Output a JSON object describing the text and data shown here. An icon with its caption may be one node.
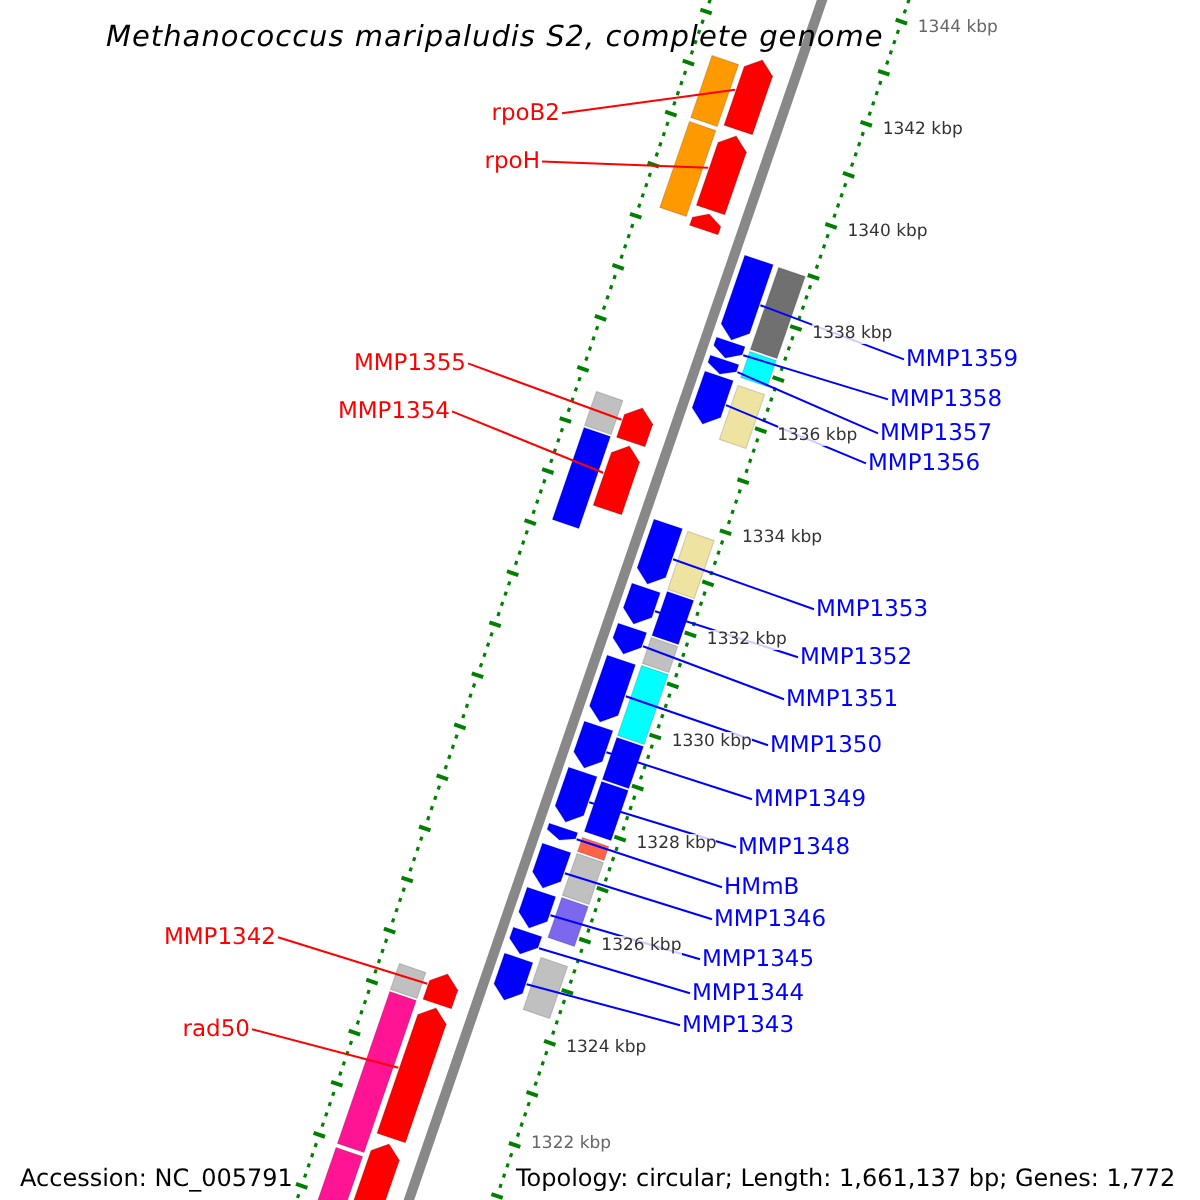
{
  "diagram": {
    "title": "Methanococcus maripaludis S2, complete genome",
    "nodes": [
      {
        "text": [
          "rpoB2"
        ]
      },
      {
        "text": [
          "rpoH"
        ]
      },
      {
        "text": [
          "MMP1355"
        ]
      },
      {
        "text": [
          "MMP1354"
        ]
      },
      {
        "text": [
          "MMP1359"
        ]
      },
      {
        "text": [
          "MMP1358"
        ]
      },
      {
        "text": [
          "MMP1357"
        ]
      },
      {
        "text": [
          "MMP1356"
        ]
      },
      {
        "text": [
          "MMP1353"
        ]
      },
      {
        "text": [
          "MMP1352"
        ]
      },
      {
        "text": [
          "MMP1351"
        ]
      },
      {
        "text": [
          "MMP1350"
        ]
      },
      {
        "text": [
          "MMP1349"
        ]
      },
      {
        "text": [
          "MMP1348"
        ]
      },
      {
        "text": [
          "HMmB"
        ]
      },
      {
        "text": [
          "MMP1346"
        ]
      },
      {
        "text": [
          "MMP1345"
        ]
      },
      {
        "text": [
          "MMP1344"
        ]
      },
      {
        "text": [
          "MMP1343"
        ]
      },
      {
        "text": [
          "MMP1342"
        ]
      },
      {
        "text": [
          "rad50"
        ]
      },
      {
        "text": [],
        "shape": "bar"
      },
      {
        "text": [],
        "shape": "bar"
      },
      {
        "text": [],
        "shape": "bar"
      },
      {
        "text": [],
        "shape": "bar"
      },
      {
        "text": [],
        "shape": "bar"
      },
      {
        "text": [],
        "shape": "bar"
      },
      {
        "text": [],
        "shape": "bar"
      },
      {
        "text": [],
        "shape": "pentagon"
      },
      {
        "text": [],
        "shape": "pentagon"
      },
      {
        "text": [],
        "shape": "pentagon"
      },
      {
        "text": [],
        "shape": "pentagon"
      },
      {
        "text": [],
        "shape": "pentagon"
      },
      {
        "text": [],
        "shape": "pentagon"
      },
      {
        "text": [],
        "shape": "pentagon"
      },
      {
        "text": [],
        "shape": "pentagon"
      },
      {
        "text": [],
        "shape": "pentagon"
      },
      {
        "text": [],
        "shape": "pentagon"
      },
      {
        "text": [],
        "shape": "pentagon"
      },
      {
        "text": [],
        "shape": "pentagon"
      },
      {
        "text": [],
        "shape": "pentagon"
      },
      {
        "text": [],
        "shape": "pentagon"
      },
      {
        "text": [],
        "shape": "pentagon"
      },
      {
        "text": [],
        "shape": "pentagon"
      },
      {
        "text": [],
        "shape": "pentagon"
      },
      {
        "text": [],
        "shape": "pentagon"
      },
      {
        "text": [],
        "shape": "pentagon"
      },
      {
        "text": [],
        "shape": "pentagon"
      },
      {
        "text": [],
        "shape": "pentagon"
      },
      {
        "text": [],
        "shape": "pentagon"
      },
      {
        "text": [],
        "shape": "pentagon"
      },
      {
        "text": [],
        "shape": "bar"
      },
      {
        "text": [],
        "shape": "bar"
      },
      {
        "text": [],
        "shape": "bar"
      },
      {
        "text": [],
        "shape": "bar"
      },
      {
        "text": [],
        "shape": "bar"
      },
      {
        "text": [],
        "shape": "bar"
      },
      {
        "text": [],
        "shape": "bar"
      },
      {
        "text": [],
        "shape": "bar"
      },
      {
        "text": [],
        "shape": "bar"
      },
      {
        "text": [],
        "shape": "bar"
      },
      {
        "text": [],
        "shape": "bar"
      },
      {
        "text": [],
        "shape": "bar"
      },
      {
        "text": [],
        "shape": "bar"
      }
    ],
    "edges": [
      {
        "from": 0,
        "to": 28,
        "arrow": "none",
        "color": "#ff0000"
      },
      {
        "from": 1,
        "to": 29,
        "arrow": "none",
        "color": "#ff0000"
      },
      {
        "from": 2,
        "to": 31,
        "arrow": "none",
        "color": "#ff0000"
      },
      {
        "from": 3,
        "to": 32,
        "arrow": "none",
        "color": "#ff0000"
      },
      {
        "from": 4,
        "to": 36,
        "arrow": "none"
      },
      {
        "from": 5,
        "to": 37,
        "arrow": "none"
      },
      {
        "from": 6,
        "to": 38,
        "arrow": "none"
      },
      {
        "from": 7,
        "to": 39,
        "arrow": "none"
      },
      {
        "from": 8,
        "to": 40,
        "arrow": "none"
      },
      {
        "from": 9,
        "to": 41,
        "arrow": "none"
      },
      {
        "from": 10,
        "to": 42,
        "arrow": "none"
      },
      {
        "from": 11,
        "to": 43,
        "arrow": "none"
      },
      {
        "from": 12,
        "to": 44,
        "arrow": "none"
      },
      {
        "from": 13,
        "to": 45,
        "arrow": "none"
      },
      {
        "from": 14,
        "to": 46,
        "arrow": "none"
      },
      {
        "from": 15,
        "to": 47,
        "arrow": "none"
      },
      {
        "from": 16,
        "to": 48,
        "arrow": "none"
      },
      {
        "from": 17,
        "to": 49,
        "arrow": "none"
      },
      {
        "from": 18,
        "to": 50,
        "arrow": "none"
      },
      {
        "from": 19,
        "to": 33,
        "arrow": "none",
        "color": "#ff0000"
      },
      {
        "from": 20,
        "to": 34,
        "arrow": "none",
        "color": "#ff0000"
      }
    ],
    "labels": [
      "1344 kbp",
      "1342 kbp",
      "1340 kbp",
      "1338 kbp",
      "1336 kbp",
      "1334 kbp",
      "1332 kbp",
      "1330 kbp",
      "1328 kbp",
      "1326 kbp",
      "1324 kbp",
      "1322 kbp",
      "Accession: NC_005791",
      "Topology: circular; Length: 1,661,137 bp; Genes: 1,772"
    ]
  }
}
